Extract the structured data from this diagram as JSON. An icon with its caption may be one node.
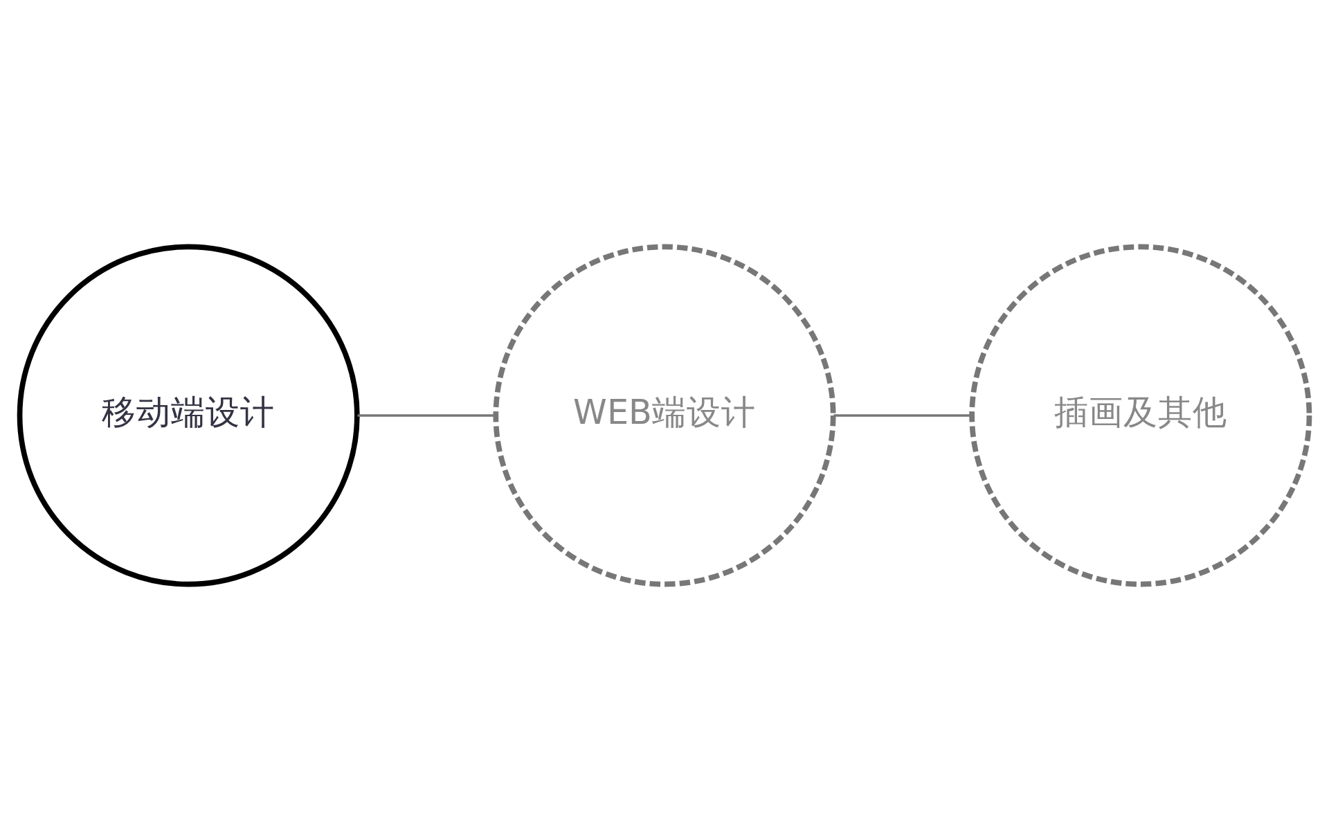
{
  "diagram": {
    "nodes": [
      {
        "text": [
          "移动端设计"
        ]
      },
      {
        "text": [
          "WEB端设计"
        ]
      },
      {
        "text": [
          "插画及其他"
        ]
      }
    ],
    "edges": [
      {
        "from": 0,
        "to": 1,
        "arrow": "none"
      },
      {
        "from": 1,
        "to": 2,
        "arrow": "none"
      }
    ]
  }
}
